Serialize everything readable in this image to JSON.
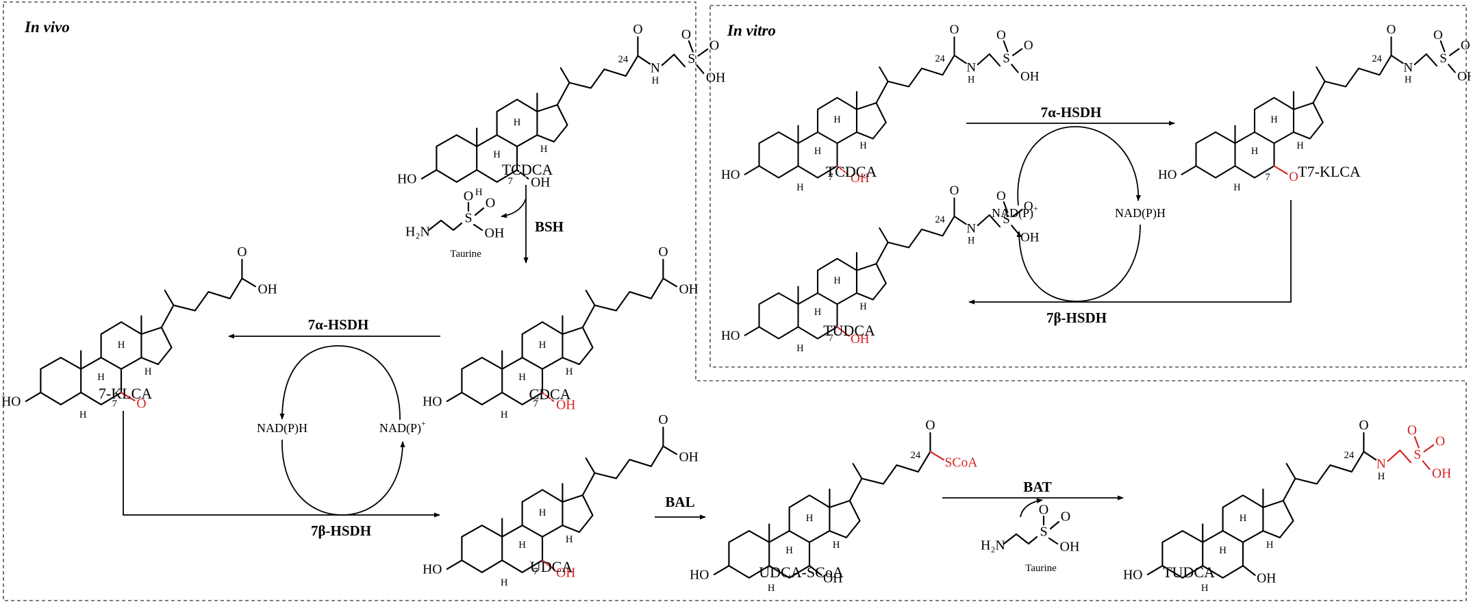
{
  "panels": {
    "in_vivo": "In vivo",
    "in_vitro": "In vitro"
  },
  "compounds": {
    "tcdca": "TCDCA",
    "cdca": "CDCA",
    "klca": "7-KLCA",
    "udca": "UDCA",
    "udca_scoa": "UDCA-SCoA",
    "tudca": "TUDCA",
    "t7klca": "T7-KLCA"
  },
  "enzymes": {
    "bsh": "BSH",
    "hsdh_a": "7α-HSDH",
    "hsdh_b": "7β-HSDH",
    "bal": "BAL",
    "bat": "BAT"
  },
  "cofactors": {
    "nadph": "NAD(P)H",
    "nadp_base": "NAD(P)",
    "nadp_sup": "+"
  },
  "taurine": {
    "name": "Taurine",
    "h2n": "H₂N"
  },
  "atoms": {
    "H": "H",
    "HO": "HO",
    "OH": "OH",
    "O": "O",
    "S": "S",
    "N": "N",
    "SCoA": "SCoA",
    "c24": "24",
    "c7": "7"
  },
  "colors": {
    "highlight": "#d62424",
    "line": "#000000",
    "frame": "#555555"
  }
}
